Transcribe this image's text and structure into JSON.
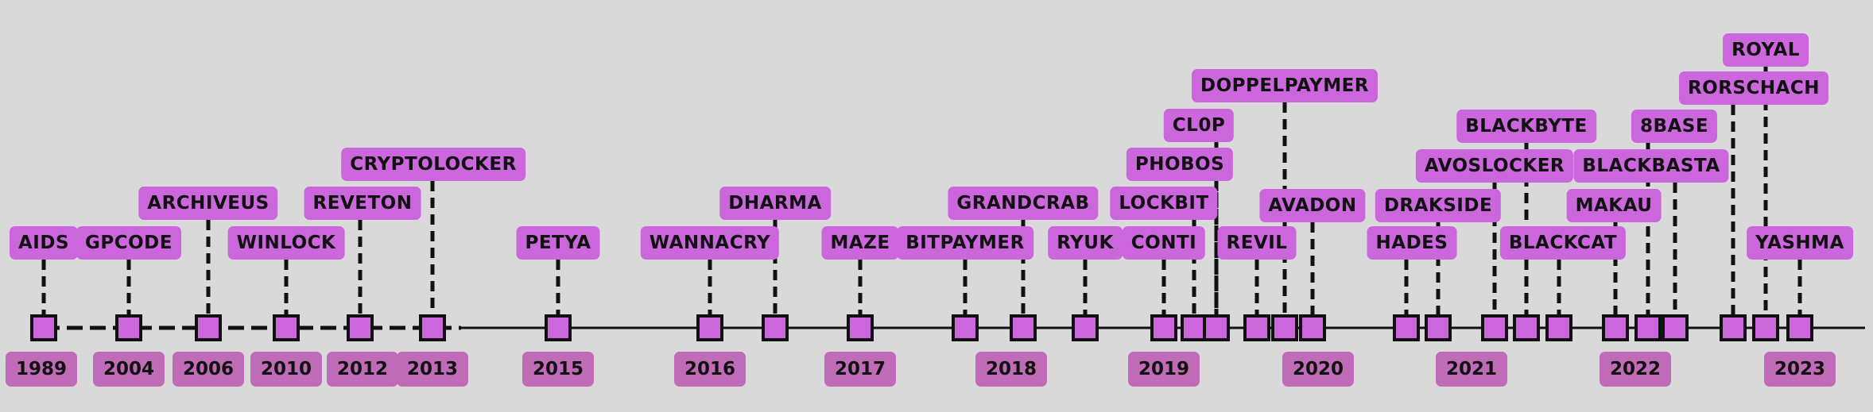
{
  "title": "",
  "colors": {
    "background": "#d9d9d9",
    "label_fill": "#cc66dd",
    "year_fill": "#c06bb7",
    "marker_fill": "#cc66dd",
    "line": "#111111"
  },
  "events": [
    {
      "name": "AIDS"
    },
    {
      "name": "GPCODE"
    },
    {
      "name": "ARCHIVEUS"
    },
    {
      "name": "WINLOCK"
    },
    {
      "name": "REVETON"
    },
    {
      "name": "CRYPTOLOCKER"
    },
    {
      "name": "PETYA"
    },
    {
      "name": "WANNACRY"
    },
    {
      "name": "DHARMA"
    },
    {
      "name": "MAZE"
    },
    {
      "name": "BITPAYMER"
    },
    {
      "name": "GRANDCRAB"
    },
    {
      "name": "RYUK"
    },
    {
      "name": "CONTI"
    },
    {
      "name": "LOCKBIT"
    },
    {
      "name": "PHOBOS"
    },
    {
      "name": "CL0P"
    },
    {
      "name": "REVIL"
    },
    {
      "name": "DOPPELPAYMER"
    },
    {
      "name": "AVADON"
    },
    {
      "name": "HADES"
    },
    {
      "name": "DRAKSIDE"
    },
    {
      "name": "AVOSLOCKER"
    },
    {
      "name": "BLACKBYTE"
    },
    {
      "name": "BLACKCAT"
    },
    {
      "name": "MAKAU"
    },
    {
      "name": "8BASE"
    },
    {
      "name": "BLACKBASTA"
    },
    {
      "name": "RORSCHACH"
    },
    {
      "name": "ROYAL"
    },
    {
      "name": "YASHMA"
    }
  ],
  "years": [
    {
      "label": "1989"
    },
    {
      "label": "2004"
    },
    {
      "label": "2006"
    },
    {
      "label": "2010"
    },
    {
      "label": "2012"
    },
    {
      "label": "2013"
    },
    {
      "label": "2015"
    },
    {
      "label": "2016"
    },
    {
      "label": "2017"
    },
    {
      "label": "2018"
    },
    {
      "label": "2019"
    },
    {
      "label": "2020"
    },
    {
      "label": "2021"
    },
    {
      "label": "2022"
    },
    {
      "label": "2023"
    }
  ]
}
